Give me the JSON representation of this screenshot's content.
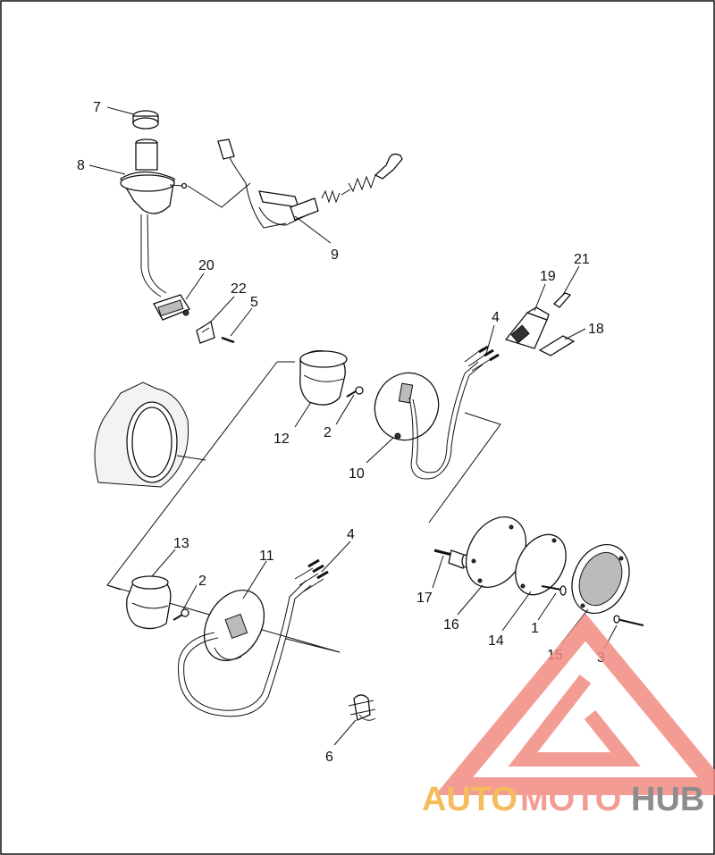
{
  "callouts": [
    {
      "id": "c7",
      "text": "7"
    },
    {
      "id": "c8",
      "text": "8"
    },
    {
      "id": "c9",
      "text": "9"
    },
    {
      "id": "c20",
      "text": "20"
    },
    {
      "id": "c22",
      "text": "22"
    },
    {
      "id": "c5",
      "text": "5"
    },
    {
      "id": "c19",
      "text": "19"
    },
    {
      "id": "c21",
      "text": "21"
    },
    {
      "id": "c18",
      "text": "18"
    },
    {
      "id": "c4a",
      "text": "4"
    },
    {
      "id": "c12",
      "text": "12"
    },
    {
      "id": "c2a",
      "text": "2"
    },
    {
      "id": "c10",
      "text": "10"
    },
    {
      "id": "c13",
      "text": "13"
    },
    {
      "id": "c2b",
      "text": "2"
    },
    {
      "id": "c11",
      "text": "11"
    },
    {
      "id": "c4b",
      "text": "4"
    },
    {
      "id": "c17",
      "text": "17"
    },
    {
      "id": "c16",
      "text": "16"
    },
    {
      "id": "c14",
      "text": "14"
    },
    {
      "id": "c1",
      "text": "1"
    },
    {
      "id": "c15",
      "text": "15"
    },
    {
      "id": "c3",
      "text": "3"
    },
    {
      "id": "c6",
      "text": "6"
    }
  ],
  "watermark": {
    "word_1": "AUTO",
    "word_2": "MOTO",
    "word_3": "HUB",
    "colors": {
      "word_1": "#f5b041",
      "word_2": "#f28b82",
      "word_3": "#7a7a7a",
      "triangle": "#f28b82"
    }
  }
}
